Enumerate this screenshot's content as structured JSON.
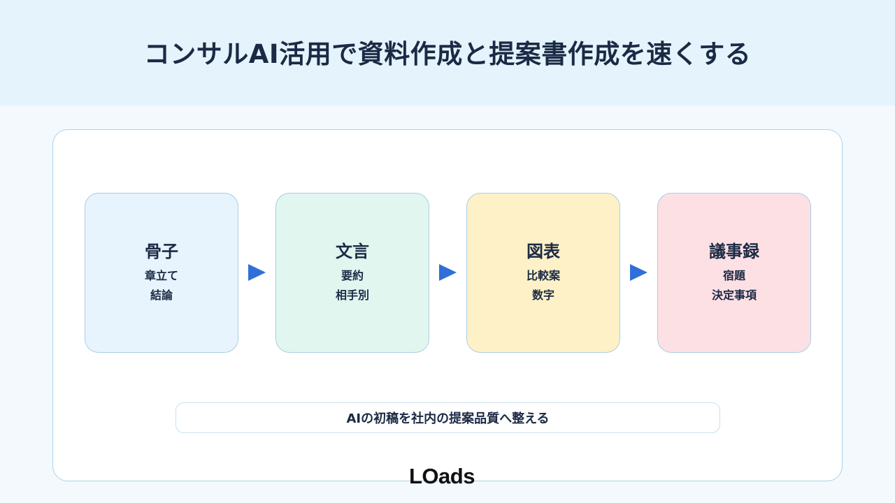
{
  "header": {
    "title": "コンサルAI活用で資料作成と提案書作成を速くする"
  },
  "flow": {
    "cards": [
      {
        "title": "骨子",
        "lines": [
          "章立て",
          "結論"
        ],
        "color": "#e7f3fd"
      },
      {
        "title": "文言",
        "lines": [
          "要約",
          "相手別"
        ],
        "color": "#e0f6ef"
      },
      {
        "title": "図表",
        "lines": [
          "比較案",
          "数字"
        ],
        "color": "#fef0c7"
      },
      {
        "title": "議事録",
        "lines": [
          "宿題",
          "決定事項"
        ],
        "color": "#fde0e4"
      }
    ],
    "arrow_color": "#2f6fd8"
  },
  "footer": {
    "note": "AIの初稿を社内の提案品質へ整える"
  },
  "brand": {
    "logo_text": "LOads"
  }
}
